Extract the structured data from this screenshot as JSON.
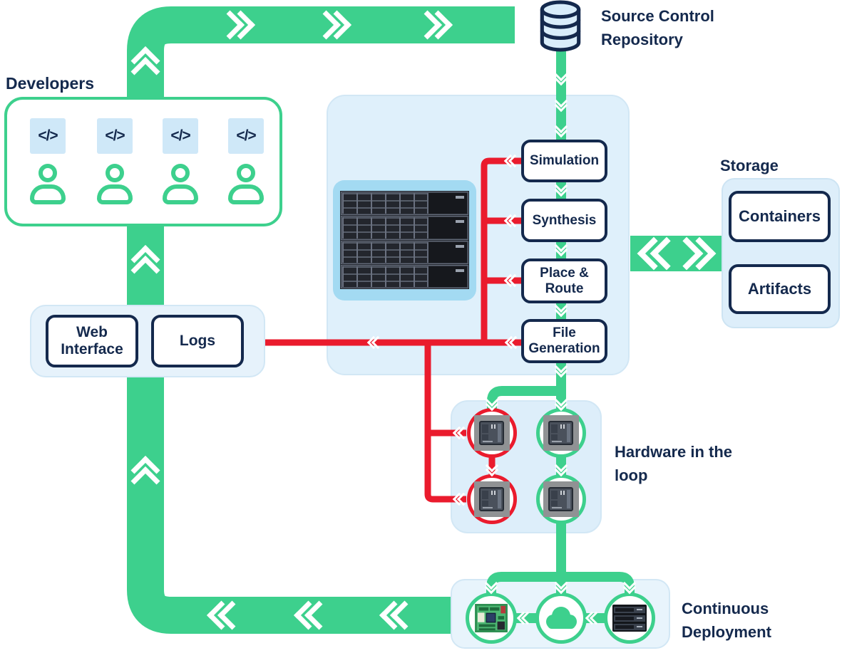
{
  "colors": {
    "green": "#3dd08d",
    "red": "#ea1b2d",
    "navy": "#14294d",
    "panel_blue": "#dff0fb",
    "code_square_blue": "#cfe8f8",
    "rack_panel_blue": "#a3daf2"
  },
  "developers": {
    "title": "Developers",
    "count": 4,
    "code_icon_glyph": "</>"
  },
  "source_control": {
    "label": "Source Control Repository"
  },
  "pipeline": {
    "stages": [
      {
        "label": "Simulation"
      },
      {
        "label": "Synthesis"
      },
      {
        "label": "Place & Route"
      },
      {
        "label": "File Generation"
      }
    ]
  },
  "storage": {
    "title": "Storage",
    "items": [
      {
        "label": "Containers"
      },
      {
        "label": "Artifacts"
      }
    ]
  },
  "tools": {
    "items": [
      {
        "label": "Web Interface"
      },
      {
        "label": "Logs"
      }
    ]
  },
  "hardware_loop": {
    "title": "Hardware in the loop"
  },
  "continuous_deployment": {
    "title": "Continuous Deployment"
  },
  "icons": {
    "source_control": "database-cylinder",
    "developer": "person",
    "developer_editor": "code-brackets",
    "build_server": "server-rack",
    "hardware_device": "fpga-chip",
    "deploy_board": "circuit-board",
    "deploy_cloud": "cloud",
    "deploy_server": "server-stack",
    "flow_marker": "chevron-arrows"
  }
}
